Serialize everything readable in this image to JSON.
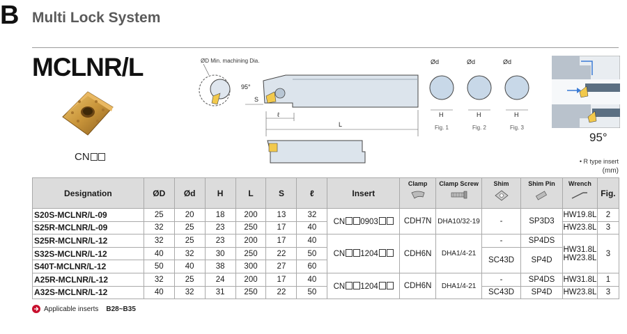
{
  "header": {
    "letter": "B",
    "title": "Multi Lock System"
  },
  "model": "MCLNR/L",
  "insert_code": "CN",
  "drawing_labels": {
    "min_dia": "ØD Min. machining Dia.",
    "angle": "95°",
    "s": "S",
    "l_small": "ℓ",
    "l": "L",
    "od1": "Ød",
    "od2": "Ød",
    "od3": "Ød",
    "h1": "H",
    "h2": "H",
    "h3": "H",
    "fig1": "Fig. 1",
    "fig2": "Fig. 2",
    "fig3": "Fig. 3"
  },
  "angle_label": "95°",
  "note": "• R type insert",
  "unit": "(mm)",
  "table": {
    "headers": {
      "designation": "Designation",
      "od_big": "ØD",
      "od_small": "Ød",
      "h": "H",
      "l": "L",
      "s": "S",
      "l_small": "ℓ",
      "insert": "Insert",
      "clamp": "Clamp",
      "clamp_screw": "Clamp Screw",
      "shim": "Shim",
      "shim_pin": "Shim Pin",
      "wrench": "Wrench",
      "fig": "Fig."
    },
    "rows": [
      {
        "designation": "S20S-MCLNR/L-09",
        "od_big": "25",
        "od_small": "20",
        "h": "18",
        "l": "200",
        "s": "13",
        "l_small": "32"
      },
      {
        "designation": "S25R-MCLNR/L-09",
        "od_big": "32",
        "od_small": "25",
        "h": "23",
        "l": "250",
        "s": "17",
        "l_small": "40"
      },
      {
        "designation": "S25R-MCLNR/L-12",
        "od_big": "32",
        "od_small": "25",
        "h": "23",
        "l": "200",
        "s": "17",
        "l_small": "40"
      },
      {
        "designation": "S32S-MCLNR/L-12",
        "od_big": "40",
        "od_small": "32",
        "h": "30",
        "l": "250",
        "s": "22",
        "l_small": "50"
      },
      {
        "designation": "S40T-MCLNR/L-12",
        "od_big": "50",
        "od_small": "40",
        "h": "38",
        "l": "300",
        "s": "27",
        "l_small": "60"
      },
      {
        "designation": "A25R-MCLNR/L-12",
        "od_big": "32",
        "od_small": "25",
        "h": "24",
        "l": "200",
        "s": "17",
        "l_small": "40"
      },
      {
        "designation": "A32S-MCLNR/L-12",
        "od_big": "40",
        "od_small": "32",
        "h": "31",
        "l": "250",
        "s": "22",
        "l_small": "50"
      }
    ],
    "groups": [
      {
        "insert_prefix": "CN",
        "insert_mid": "0903",
        "clamp": "CDH7N",
        "clamp_screw": "DHA10/32-19",
        "shim": "-",
        "shim_pin": "SP3D3",
        "wrench_a": "HW19.8L",
        "wrench_b": "HW23.8L",
        "fig_a": "2",
        "fig_b": "3"
      },
      {
        "insert_prefix": "CN",
        "insert_mid": "1204",
        "clamp": "CDH6N",
        "clamp_screw": "DHA1/4-21",
        "shim_a": "-",
        "shim_b": "SC43D",
        "shim_pin_a": "SP4DS",
        "shim_pin_b": "SP4D",
        "wrench_a": "HW31.8L",
        "wrench_b": "HW23.8L",
        "fig": "3"
      },
      {
        "insert_prefix": "CN",
        "insert_mid": "1204",
        "clamp": "CDH6N",
        "clamp_screw": "DHA1/4-21",
        "shim_a": "-",
        "shim_b": "SC43D",
        "shim_pin_a": "SP4DS",
        "shim_pin_b": "SP4D",
        "wrench_a": "HW31.8L",
        "wrench_b": "HW23.8L",
        "fig_a": "1",
        "fig_b": "3"
      }
    ]
  },
  "footer": {
    "text": "Applicable inserts",
    "pages": "B28~B35"
  },
  "colors": {
    "header_bg": "#dcdcdc",
    "insert_gold": "#c9953a",
    "footer_icon": "#c8102e"
  }
}
